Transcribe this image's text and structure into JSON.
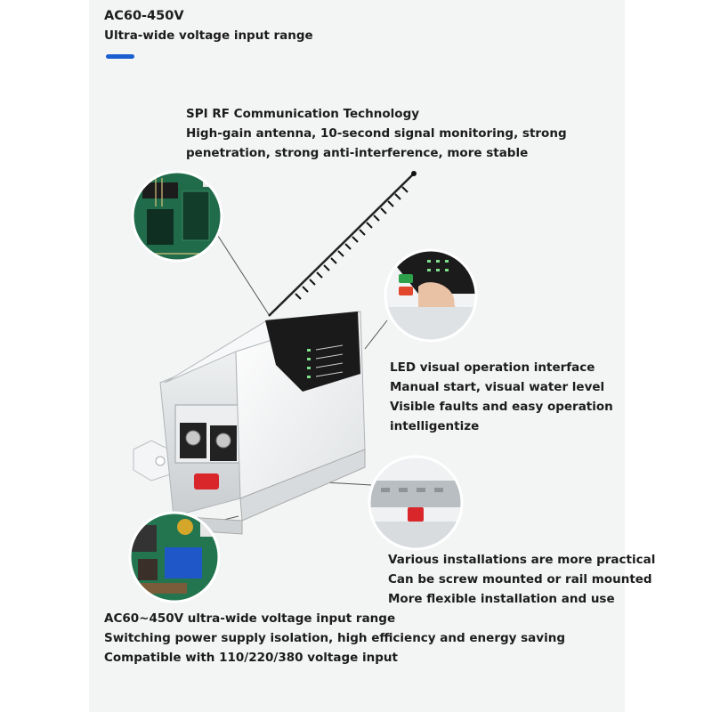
{
  "header": {
    "voltage": "AC60-450V",
    "tagline": "Ultra-wide voltage input range"
  },
  "rf": {
    "title": "SPI RF Communication Technology",
    "line1": "High-gain antenna, 10-second signal monitoring, strong",
    "line2": "penetration, strong anti-interference, more stable"
  },
  "led": {
    "line1": "LED visual operation interface",
    "line2": "Manual start, visual water level",
    "line3": "Visible faults and easy operation",
    "line4": "intelligentize"
  },
  "install": {
    "line1": "Various installations are more practical",
    "line2": "Can be screw mounted or rail mounted",
    "line3": "More flexible installation and use"
  },
  "power": {
    "line1": "AC60~450V ultra-wide voltage input range",
    "line2": "Switching power supply isolation, high efficiency and energy saving",
    "line3": "Compatible with 110/220/380 voltage input"
  },
  "colors": {
    "accent": "#1a5fd0",
    "panel": "#f3f4f4",
    "pcb": "#1f6b4a",
    "relay": "#1f56c8",
    "red_clip": "#d8262a",
    "start_button": "#2da24a",
    "stop_button": "#e2472e"
  }
}
